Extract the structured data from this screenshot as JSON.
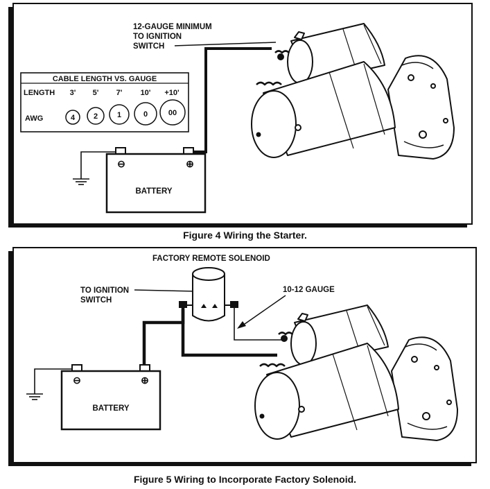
{
  "figure4": {
    "caption": "Figure 4 Wiring the Starter.",
    "wire_label_lines": [
      "12-GAUGE MINIMUM",
      "TO IGNITION",
      "SWITCH"
    ],
    "battery": {
      "label": "BATTERY",
      "neg": "⊖",
      "pos": "⊕"
    },
    "table": {
      "title": "CABLE LENGTH VS. GAUGE",
      "length_label": "LENGTH",
      "awg_label": "AWG",
      "lengths": [
        "3'",
        "5'",
        "7'",
        "10'",
        "+10'"
      ],
      "gauges": [
        "4",
        "2",
        "1",
        "0",
        "00"
      ]
    }
  },
  "figure5": {
    "caption": "Figure 5 Wiring to Incorporate Factory Solenoid.",
    "solenoid_label": "FACTORY REMOTE SOLENOID",
    "ignition_label_lines": [
      "TO IGNITION",
      "SWITCH"
    ],
    "gauge_label": "10-12 GAUGE",
    "battery": {
      "label": "BATTERY",
      "neg": "⊖",
      "pos": "⊕"
    }
  }
}
